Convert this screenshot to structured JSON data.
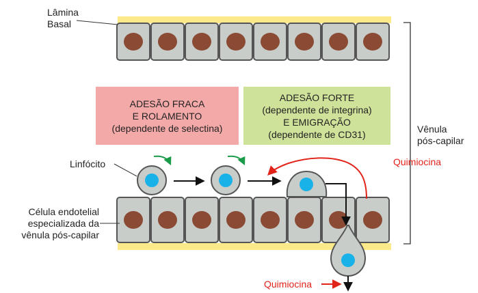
{
  "labels": {
    "basal_lamina_line1": "Lâmina",
    "basal_lamina_line2": "Basal",
    "venule_line1": "Vênula",
    "venule_line2": "pós-capilar",
    "lymphocyte": "Linfócito",
    "endothelial_line1": "Célula endotelial",
    "endothelial_line2": "especializada da",
    "endothelial_line3": "vênula pós-capilar",
    "chemokine_top": "Quimiocina",
    "chemokine_bottom": "Quimiocina"
  },
  "boxes": {
    "weak": {
      "line1": "ADESÃO FRACA",
      "line2": "E ROLAMENTO",
      "line3": "(dependente de selectina)"
    },
    "strong": {
      "line1": "ADESÃO FORTE",
      "line2": "(dependente de integrina)",
      "line3": "E EMIGRAÇÃO",
      "line4": "(dependente de CD31)"
    }
  },
  "colors": {
    "basal_lamina": "#fbe98a",
    "cell_fill": "#c9cdc9",
    "cell_stroke": "#555555",
    "nucleus": "#8b4a34",
    "lymph_nucleus": "#19b2e8",
    "weak_box": "#f4a9a9",
    "strong_box": "#cfe29a",
    "green_arrow": "#1a9b49",
    "chemokine": "#e2231a"
  }
}
